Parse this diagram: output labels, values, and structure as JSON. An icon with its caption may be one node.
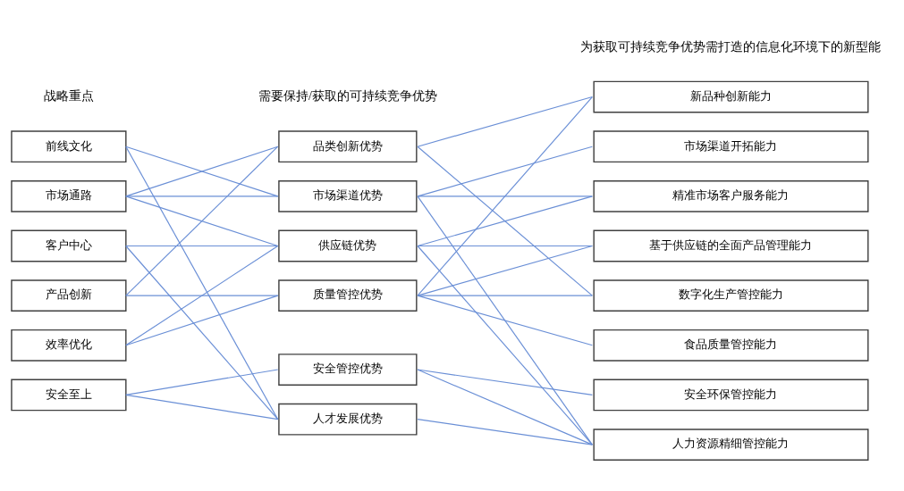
{
  "diagram": {
    "nodes": [
      {
        "text": [
          "前线文化"
        ]
      },
      {
        "text": [
          "市场通路"
        ]
      },
      {
        "text": [
          "客户中心"
        ]
      },
      {
        "text": [
          "产品创新"
        ]
      },
      {
        "text": [
          "效率优化"
        ]
      },
      {
        "text": [
          "安全至上"
        ]
      },
      {
        "text": [
          "品类创新优势"
        ]
      },
      {
        "text": [
          "市场渠道优势"
        ]
      },
      {
        "text": [
          "供应链优势"
        ]
      },
      {
        "text": [
          "质量管控优势"
        ]
      },
      {
        "text": [
          "安全管控优势"
        ]
      },
      {
        "text": [
          "人才发展优势"
        ]
      },
      {
        "text": [
          "新品种创新能力"
        ]
      },
      {
        "text": [
          "市场渠道开拓能力"
        ]
      },
      {
        "text": [
          "精准市场客户服务能力"
        ]
      },
      {
        "text": [
          "基于供应链的全面产品管理能力"
        ]
      },
      {
        "text": [
          "数字化生产管控能力"
        ]
      },
      {
        "text": [
          "食品质量管控能力"
        ]
      },
      {
        "text": [
          "安全环保管控能力"
        ]
      },
      {
        "text": [
          "人力资源精细管控能力"
        ]
      }
    ],
    "edges": [
      {
        "from": 0,
        "to": 7,
        "arrow": "none"
      },
      {
        "from": 0,
        "to": 11,
        "arrow": "none"
      },
      {
        "from": 1,
        "to": 6,
        "arrow": "none"
      },
      {
        "from": 1,
        "to": 7,
        "arrow": "none"
      },
      {
        "from": 1,
        "to": 8,
        "arrow": "none"
      },
      {
        "from": 2,
        "to": 8,
        "arrow": "none"
      },
      {
        "from": 2,
        "to": 11,
        "arrow": "none"
      },
      {
        "from": 3,
        "to": 6,
        "arrow": "none"
      },
      {
        "from": 3,
        "to": 9,
        "arrow": "none"
      },
      {
        "from": 4,
        "to": 8,
        "arrow": "none"
      },
      {
        "from": 4,
        "to": 9,
        "arrow": "none"
      },
      {
        "from": 5,
        "to": 10,
        "arrow": "none"
      },
      {
        "from": 5,
        "to": 11,
        "arrow": "none"
      },
      {
        "from": 6,
        "to": 12,
        "arrow": "none"
      },
      {
        "from": 6,
        "to": 16,
        "arrow": "none"
      },
      {
        "from": 7,
        "to": 13,
        "arrow": "none"
      },
      {
        "from": 7,
        "to": 14,
        "arrow": "none"
      },
      {
        "from": 7,
        "to": 19,
        "arrow": "none"
      },
      {
        "from": 8,
        "to": 14,
        "arrow": "none"
      },
      {
        "from": 8,
        "to": 15,
        "arrow": "none"
      },
      {
        "from": 8,
        "to": 19,
        "arrow": "none"
      },
      {
        "from": 9,
        "to": 12,
        "arrow": "none"
      },
      {
        "from": 9,
        "to": 15,
        "arrow": "none"
      },
      {
        "from": 9,
        "to": 16,
        "arrow": "none"
      },
      {
        "from": 9,
        "to": 17,
        "arrow": "none"
      },
      {
        "from": 10,
        "to": 18,
        "arrow": "none"
      },
      {
        "from": 10,
        "to": 19,
        "arrow": "none"
      },
      {
        "from": 11,
        "to": 19,
        "arrow": "none"
      }
    ],
    "labels": [
      "战略重点",
      "需要保持/获取的可持续竞争优势",
      "为获取可持续竞争优势需打造的信息化环境下的新型能"
    ]
  }
}
